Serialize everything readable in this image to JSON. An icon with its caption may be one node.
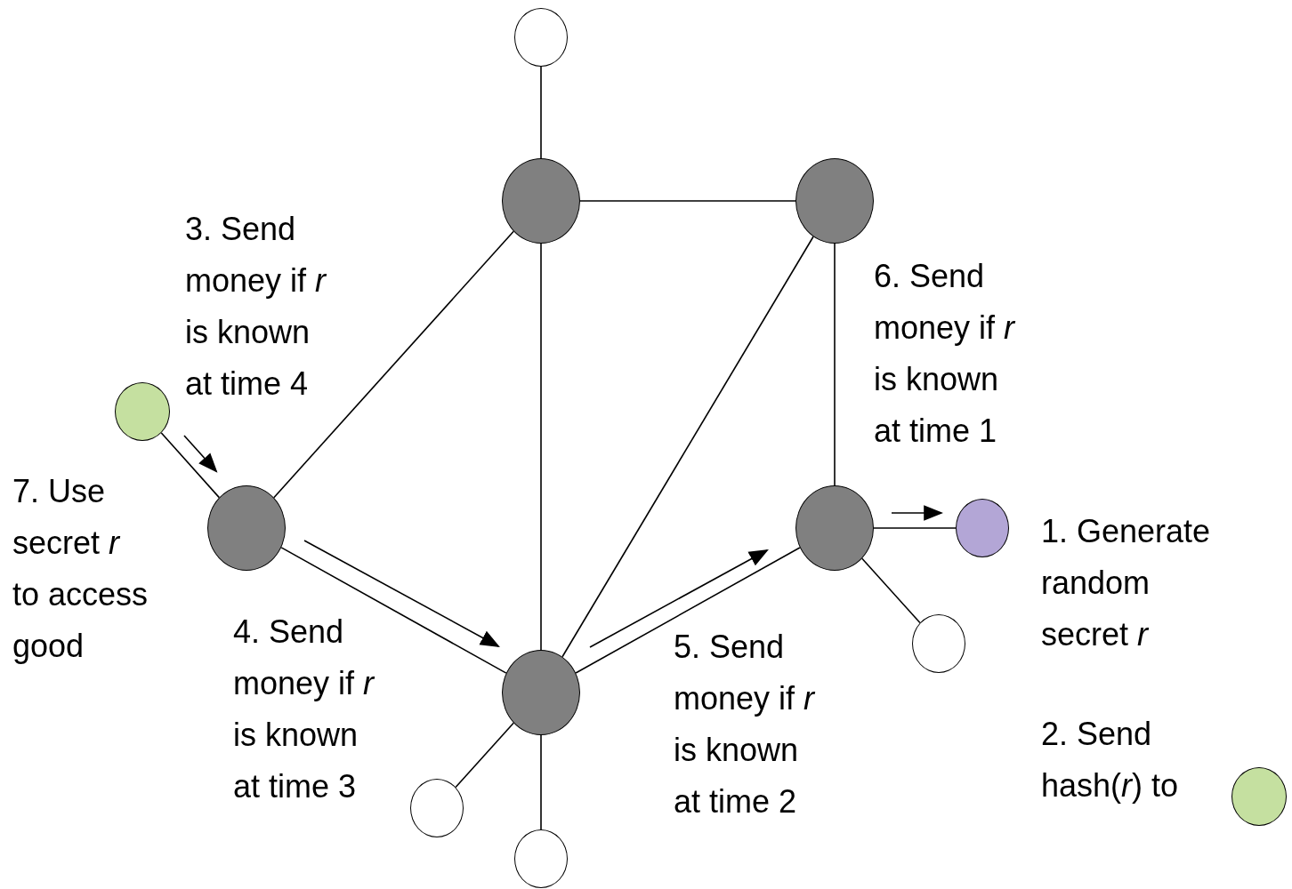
{
  "diagram": {
    "nodes": [
      {
        "text": [],
        "shape": "circle"
      },
      {
        "text": [],
        "shape": "circle"
      },
      {
        "text": [],
        "shape": "circle"
      },
      {
        "text": [],
        "shape": "circle"
      },
      {
        "text": [],
        "shape": "circle"
      },
      {
        "text": [],
        "shape": "circle"
      },
      {
        "text": [],
        "shape": "circle"
      },
      {
        "text": [],
        "shape": "circle"
      },
      {
        "text": [],
        "shape": "circle"
      },
      {
        "text": [],
        "shape": "circle"
      },
      {
        "text": [],
        "shape": "circle"
      },
      {
        "text": [],
        "shape": "circle"
      }
    ],
    "edges": [
      {
        "from": 0,
        "to": 1,
        "arrow": "none"
      },
      {
        "from": 1,
        "to": 2,
        "arrow": "none"
      },
      {
        "from": 1,
        "to": 4,
        "arrow": "none"
      },
      {
        "from": 1,
        "to": 8,
        "arrow": "none"
      },
      {
        "from": 2,
        "to": 8,
        "arrow": "none"
      },
      {
        "from": 2,
        "to": 5,
        "arrow": "none"
      },
      {
        "from": 3,
        "to": 4,
        "arrow": "none"
      },
      {
        "from": 4,
        "to": 8,
        "arrow": "none"
      },
      {
        "from": 8,
        "to": 5,
        "arrow": "none"
      },
      {
        "from": 5,
        "to": 6,
        "arrow": "none"
      },
      {
        "from": 5,
        "to": 7,
        "arrow": "none"
      },
      {
        "from": 8,
        "to": 9,
        "arrow": "none"
      },
      {
        "from": 8,
        "to": 10,
        "arrow": "none"
      }
    ],
    "labels": [
      "3. Send money if *r* is known at time 4",
      "6. Send money if *r* is known at time 1",
      "7. Use secret *r* to access good",
      "1. Generate random secret *r*",
      "4. Send money if *r* is known at time 3",
      "5. Send money if *r* is known at time 2",
      "2. Send hash(*r*) to"
    ]
  }
}
